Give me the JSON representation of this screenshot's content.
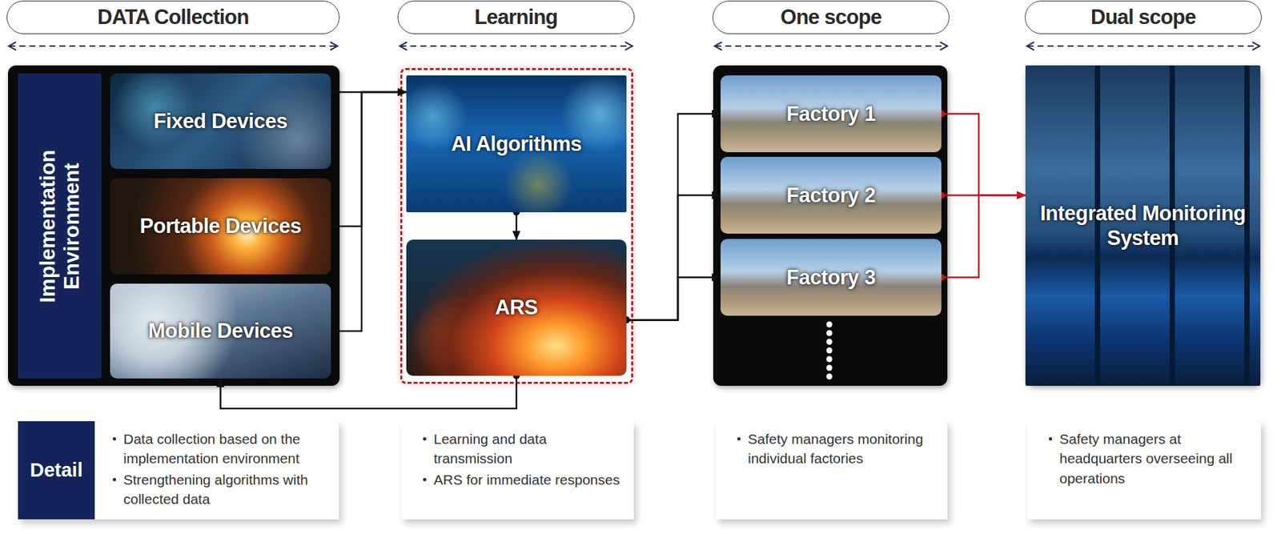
{
  "diagram": {
    "nodes": [
      {
        "text": [
          "DATA Collection"
        ]
      },
      {
        "text": [
          "Learning"
        ]
      },
      {
        "text": [
          "One scope"
        ]
      },
      {
        "text": [
          "Dual scope"
        ]
      },
      {
        "text": [
          "Implementation Environment"
        ]
      },
      {
        "text": [
          "Fixed Devices"
        ]
      },
      {
        "text": [
          "Portable Devices"
        ]
      },
      {
        "text": [
          "Mobile Devices"
        ]
      },
      {
        "text": [
          "AI Algorithms"
        ]
      },
      {
        "text": [
          "ARS"
        ]
      },
      {
        "text": [
          "Factory 1"
        ]
      },
      {
        "text": [
          "Factory 2"
        ]
      },
      {
        "text": [
          "Factory 3"
        ]
      },
      {
        "text": [
          "Integrated Monitoring System"
        ]
      },
      {
        "text": [
          "Data collection based on the implementation environment",
          "Strengthening algorithms with collected data"
        ]
      },
      {
        "text": [
          "Detail"
        ],
        "in": 14
      },
      {
        "text": [
          "Learning and data transmission",
          "ARS for immediate responses"
        ]
      },
      {
        "text": [
          "Safety managers monitoring individual factories"
        ]
      },
      {
        "text": [
          "Safety managers at headquarters overseeing all operations"
        ]
      }
    ],
    "edges": [
      {
        "from": 5,
        "to": 8,
        "arrow": "to"
      },
      {
        "from": 6,
        "to": 8,
        "arrow": "to"
      },
      {
        "from": 7,
        "to": 8,
        "arrow": "to"
      },
      {
        "from": 8,
        "to": 9,
        "arrow": "to"
      },
      {
        "from": 9,
        "to": 10,
        "arrow": "to"
      },
      {
        "from": 9,
        "to": 11,
        "arrow": "to"
      },
      {
        "from": 9,
        "to": 12,
        "arrow": "to"
      },
      {
        "from": 9,
        "to": 7,
        "arrow": "to"
      },
      {
        "from": 10,
        "to": 13,
        "arrow": "to"
      },
      {
        "from": 11,
        "to": 13,
        "arrow": "to"
      },
      {
        "from": 12,
        "to": 13,
        "arrow": "to"
      }
    ]
  }
}
